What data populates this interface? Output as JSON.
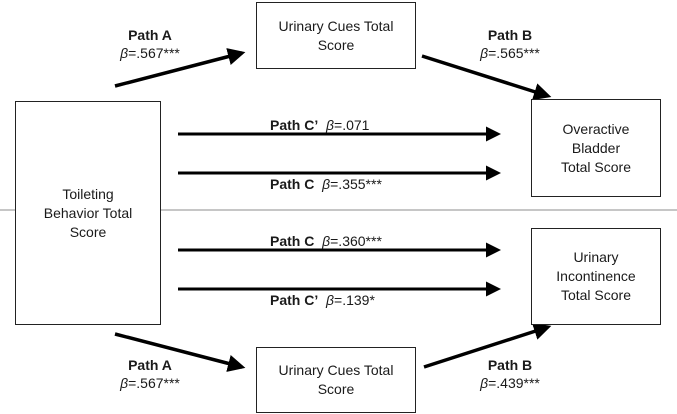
{
  "boxes": {
    "toileting": "Toileting\nBehavior Total\nScore",
    "cues_top": "Urinary Cues Total\nScore",
    "cues_bottom": "Urinary Cues Total\nScore",
    "oab": "Overactive\nBladder\nTotal Score",
    "ui": "Urinary\nIncontinence\nTotal Score"
  },
  "beta_symbol": "β",
  "top_panel": {
    "path_a": {
      "name": "Path A",
      "value": "=.567***"
    },
    "path_b": {
      "name": "Path B",
      "value": "=.565***"
    },
    "path_c_prime": {
      "name": "Path C’",
      "value": "=.071"
    },
    "path_c": {
      "name": "Path C",
      "value": "=.355***"
    }
  },
  "bottom_panel": {
    "path_c": {
      "name": "Path C",
      "value": "=.360***"
    },
    "path_c_prime": {
      "name": "Path C’",
      "value": "=.139*"
    },
    "path_a": {
      "name": "Path A",
      "value": "=.567***"
    },
    "path_b": {
      "name": "Path B",
      "value": "=.439***"
    }
  },
  "colors": {
    "line": "#000000",
    "divider": "#8c8c8c",
    "border": "#222222"
  }
}
